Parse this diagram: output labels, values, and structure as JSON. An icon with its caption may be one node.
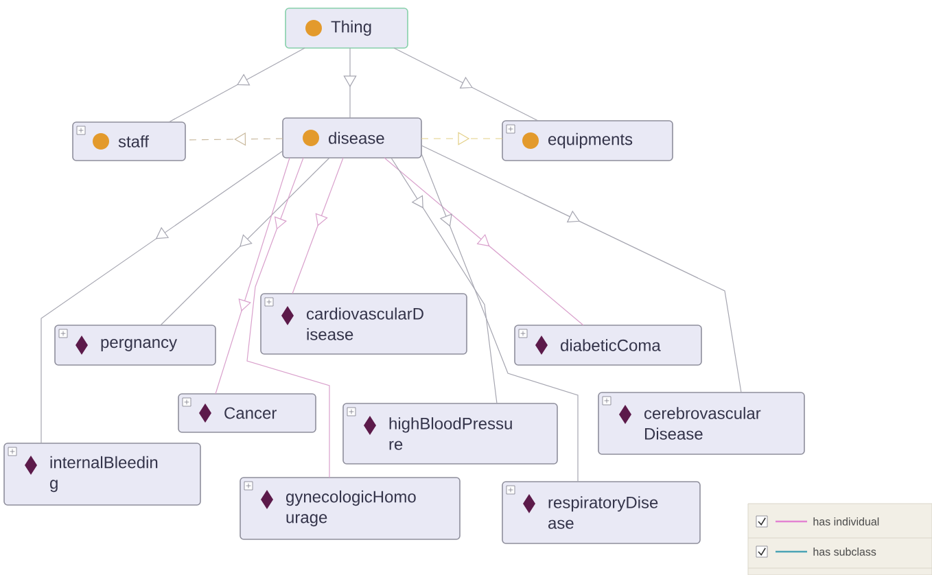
{
  "diagram": {
    "nodes": [
      {
        "text": [
          "Thing"
        ]
      },
      {
        "text": [
          "staff"
        ]
      },
      {
        "text": [
          "disease"
        ]
      },
      {
        "text": [
          "equipments"
        ]
      },
      {
        "text": [
          "pergnancy"
        ]
      },
      {
        "text": [
          "cardiovascularD isease"
        ]
      },
      {
        "text": [
          "diabeticComa"
        ]
      },
      {
        "text": [
          "Cancer"
        ]
      },
      {
        "text": [
          "highBloodPressu re"
        ]
      },
      {
        "text": [
          "cerebrovascular Disease"
        ]
      },
      {
        "text": [
          "internalBleedin g"
        ]
      },
      {
        "text": [
          "gynecologicHomo urage"
        ]
      },
      {
        "text": [
          "respiratoryDise ase"
        ]
      }
    ],
    "edges": [
      {
        "from": 0,
        "to": 1,
        "arrow": "to"
      },
      {
        "from": 0,
        "to": 2,
        "arrow": "to"
      },
      {
        "from": 0,
        "to": 3,
        "arrow": "to"
      },
      {
        "from": 2,
        "to": 1,
        "arrow": "to",
        "style": "dashed",
        "color": "#c8b89c"
      },
      {
        "from": 2,
        "to": 3,
        "arrow": "to",
        "style": "dashed",
        "color": "#e3cf86"
      },
      {
        "from": 2,
        "to": 4,
        "arrow": "to"
      },
      {
        "from": 2,
        "to": 5,
        "arrow": "to",
        "color": "#d9a0cc"
      },
      {
        "from": 2,
        "to": 6,
        "arrow": "to",
        "color": "#d9a0cc"
      },
      {
        "from": 2,
        "to": 7,
        "arrow": "to",
        "color": "#d9a0cc"
      },
      {
        "from": 2,
        "to": 8,
        "arrow": "to"
      },
      {
        "from": 2,
        "to": 9,
        "arrow": "to"
      },
      {
        "from": 2,
        "to": 10,
        "arrow": "to"
      },
      {
        "from": 2,
        "to": 11,
        "arrow": "to",
        "color": "#d9a0cc"
      },
      {
        "from": 2,
        "to": 12,
        "arrow": "to"
      }
    ],
    "legend": [
      {
        "text": "has individual"
      },
      {
        "text": "has subclass"
      }
    ]
  }
}
